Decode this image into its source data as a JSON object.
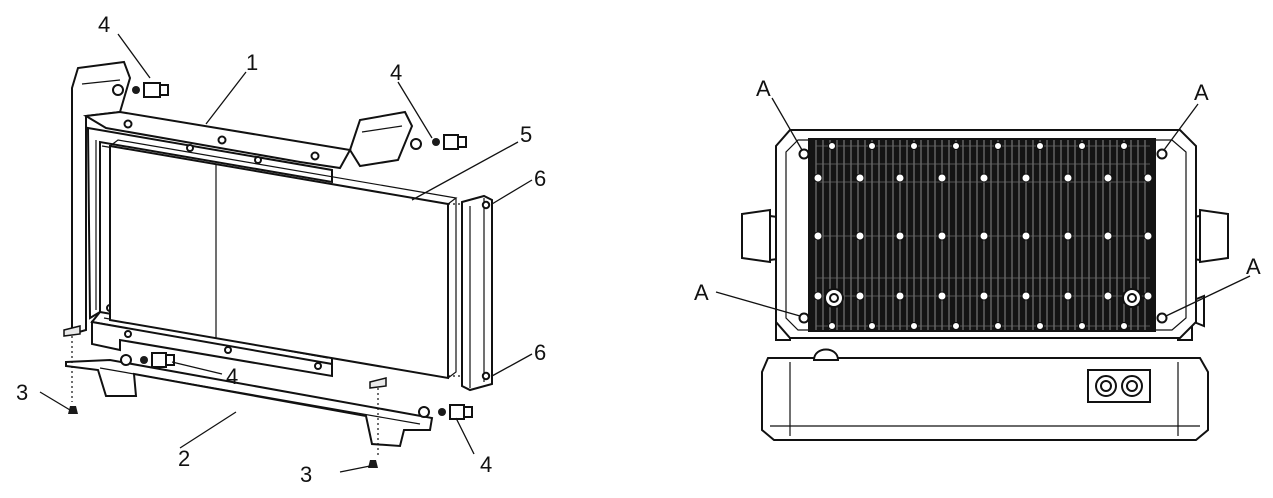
{
  "left_figure": {
    "callouts": [
      {
        "id": "c1",
        "label": "1"
      },
      {
        "id": "c2",
        "label": "2"
      },
      {
        "id": "c3a",
        "label": "3"
      },
      {
        "id": "c3b",
        "label": "3"
      },
      {
        "id": "c4a",
        "label": "4"
      },
      {
        "id": "c4b",
        "label": "4"
      },
      {
        "id": "c4c",
        "label": "4"
      },
      {
        "id": "c4d",
        "label": "4"
      },
      {
        "id": "c5",
        "label": "5"
      },
      {
        "id": "c6a",
        "label": "6"
      },
      {
        "id": "c6b",
        "label": "6"
      }
    ]
  },
  "right_figure": {
    "callouts": [
      {
        "id": "a1",
        "label": "A"
      },
      {
        "id": "a2",
        "label": "A"
      },
      {
        "id": "a3",
        "label": "A"
      },
      {
        "id": "a4",
        "label": "A"
      }
    ]
  }
}
